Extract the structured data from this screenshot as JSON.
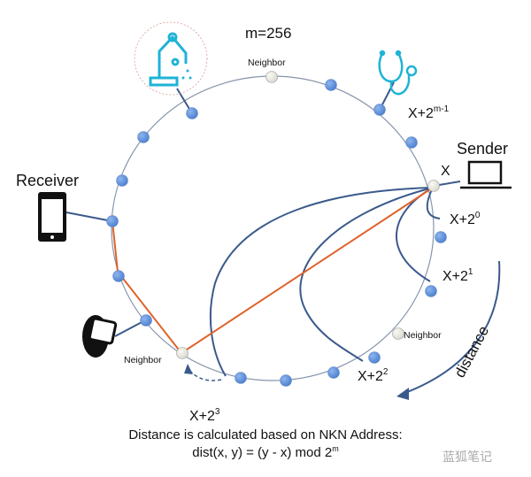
{
  "title": "m=256",
  "labels": {
    "sender": "Sender",
    "receiver": "Receiver",
    "x": "X",
    "neighbor": "Neighbor",
    "distance": "distance",
    "x_plus_2m1_base": "X+2",
    "x_plus_2m1_exp": "m-1",
    "x_plus_20_base": "X+2",
    "x_plus_20_exp": "0",
    "x_plus_21_base": "X+2",
    "x_plus_21_exp": "1",
    "x_plus_22_base": "X+2",
    "x_plus_22_exp": "2",
    "x_plus_23_base": "X+2",
    "x_plus_23_exp": "3"
  },
  "caption": {
    "line1": "Distance is calculated based on NKN Address:",
    "line2_prefix": "dist(x, y) = (y - x) mod 2",
    "line2_exp": "m"
  },
  "watermark": "蓝狐笔记",
  "colors": {
    "ring": "#7f8fa6",
    "node": "#5b8ed6",
    "neighbor": "#e8e8e0",
    "finger": "#3b5a8c",
    "route": "#e0622a",
    "icon": "#1fb3d6"
  }
}
